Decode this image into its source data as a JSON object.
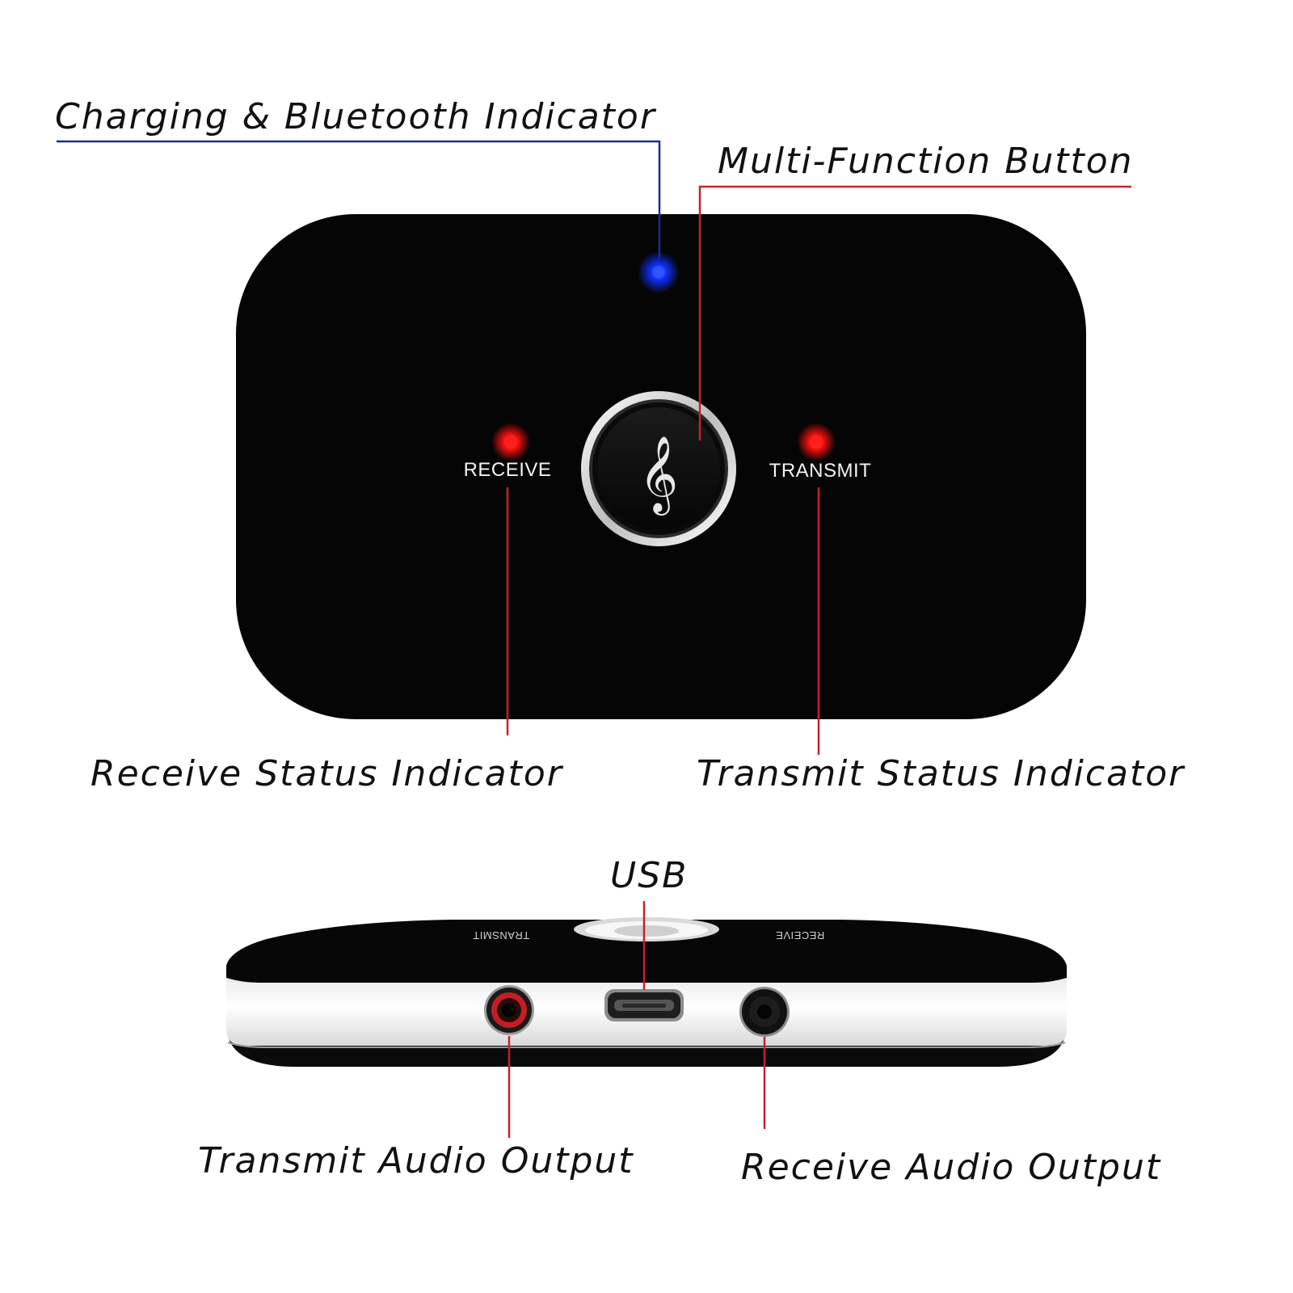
{
  "callouts": {
    "charging_indicator": "Charging & Bluetooth Indicator",
    "multi_function_button": "Multi-Function Button",
    "receive_status": "Receive Status Indicator",
    "transmit_status": "Transmit Status Indicator",
    "usb": "USB",
    "transmit_audio_output": "Transmit Audio Output",
    "receive_audio_output": "Receive Audio Output"
  },
  "device": {
    "receive_label": "RECEIVE",
    "transmit_label": "TRANSMIT",
    "button_icon": "treble-clef-icon",
    "clef_glyph": "𝄞",
    "side_top_left_mirrored": "TRANSMIT",
    "side_top_right_mirrored": "RECEIVE"
  },
  "colors": {
    "charging_leader": "#1a2a9a",
    "red_leader": "#c8202a",
    "blue_led": "#1030ff",
    "red_led": "#ff1010",
    "device_body": "#050505"
  }
}
